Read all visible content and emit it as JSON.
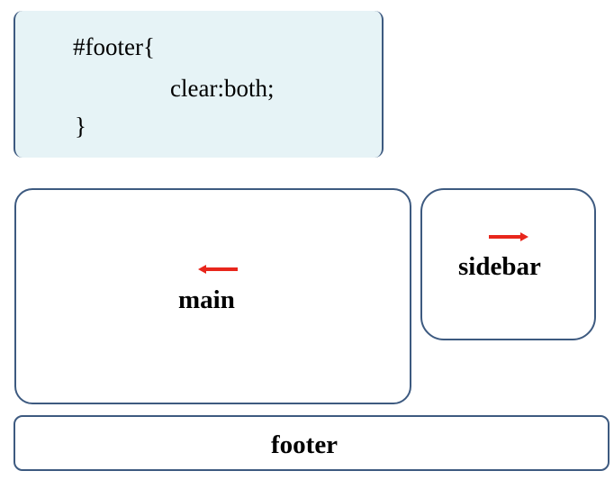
{
  "code": {
    "line1": "#footer{",
    "line2": "clear:both;",
    "line3": "}"
  },
  "boxes": {
    "main": "main",
    "sidebar": "sidebar",
    "footer": "footer"
  },
  "colors": {
    "border": "#3d5a80",
    "code_background": "#e6f3f6",
    "arrow": "#e8261c"
  },
  "arrows": {
    "main": "left-arrow-icon",
    "sidebar": "right-arrow-icon"
  }
}
